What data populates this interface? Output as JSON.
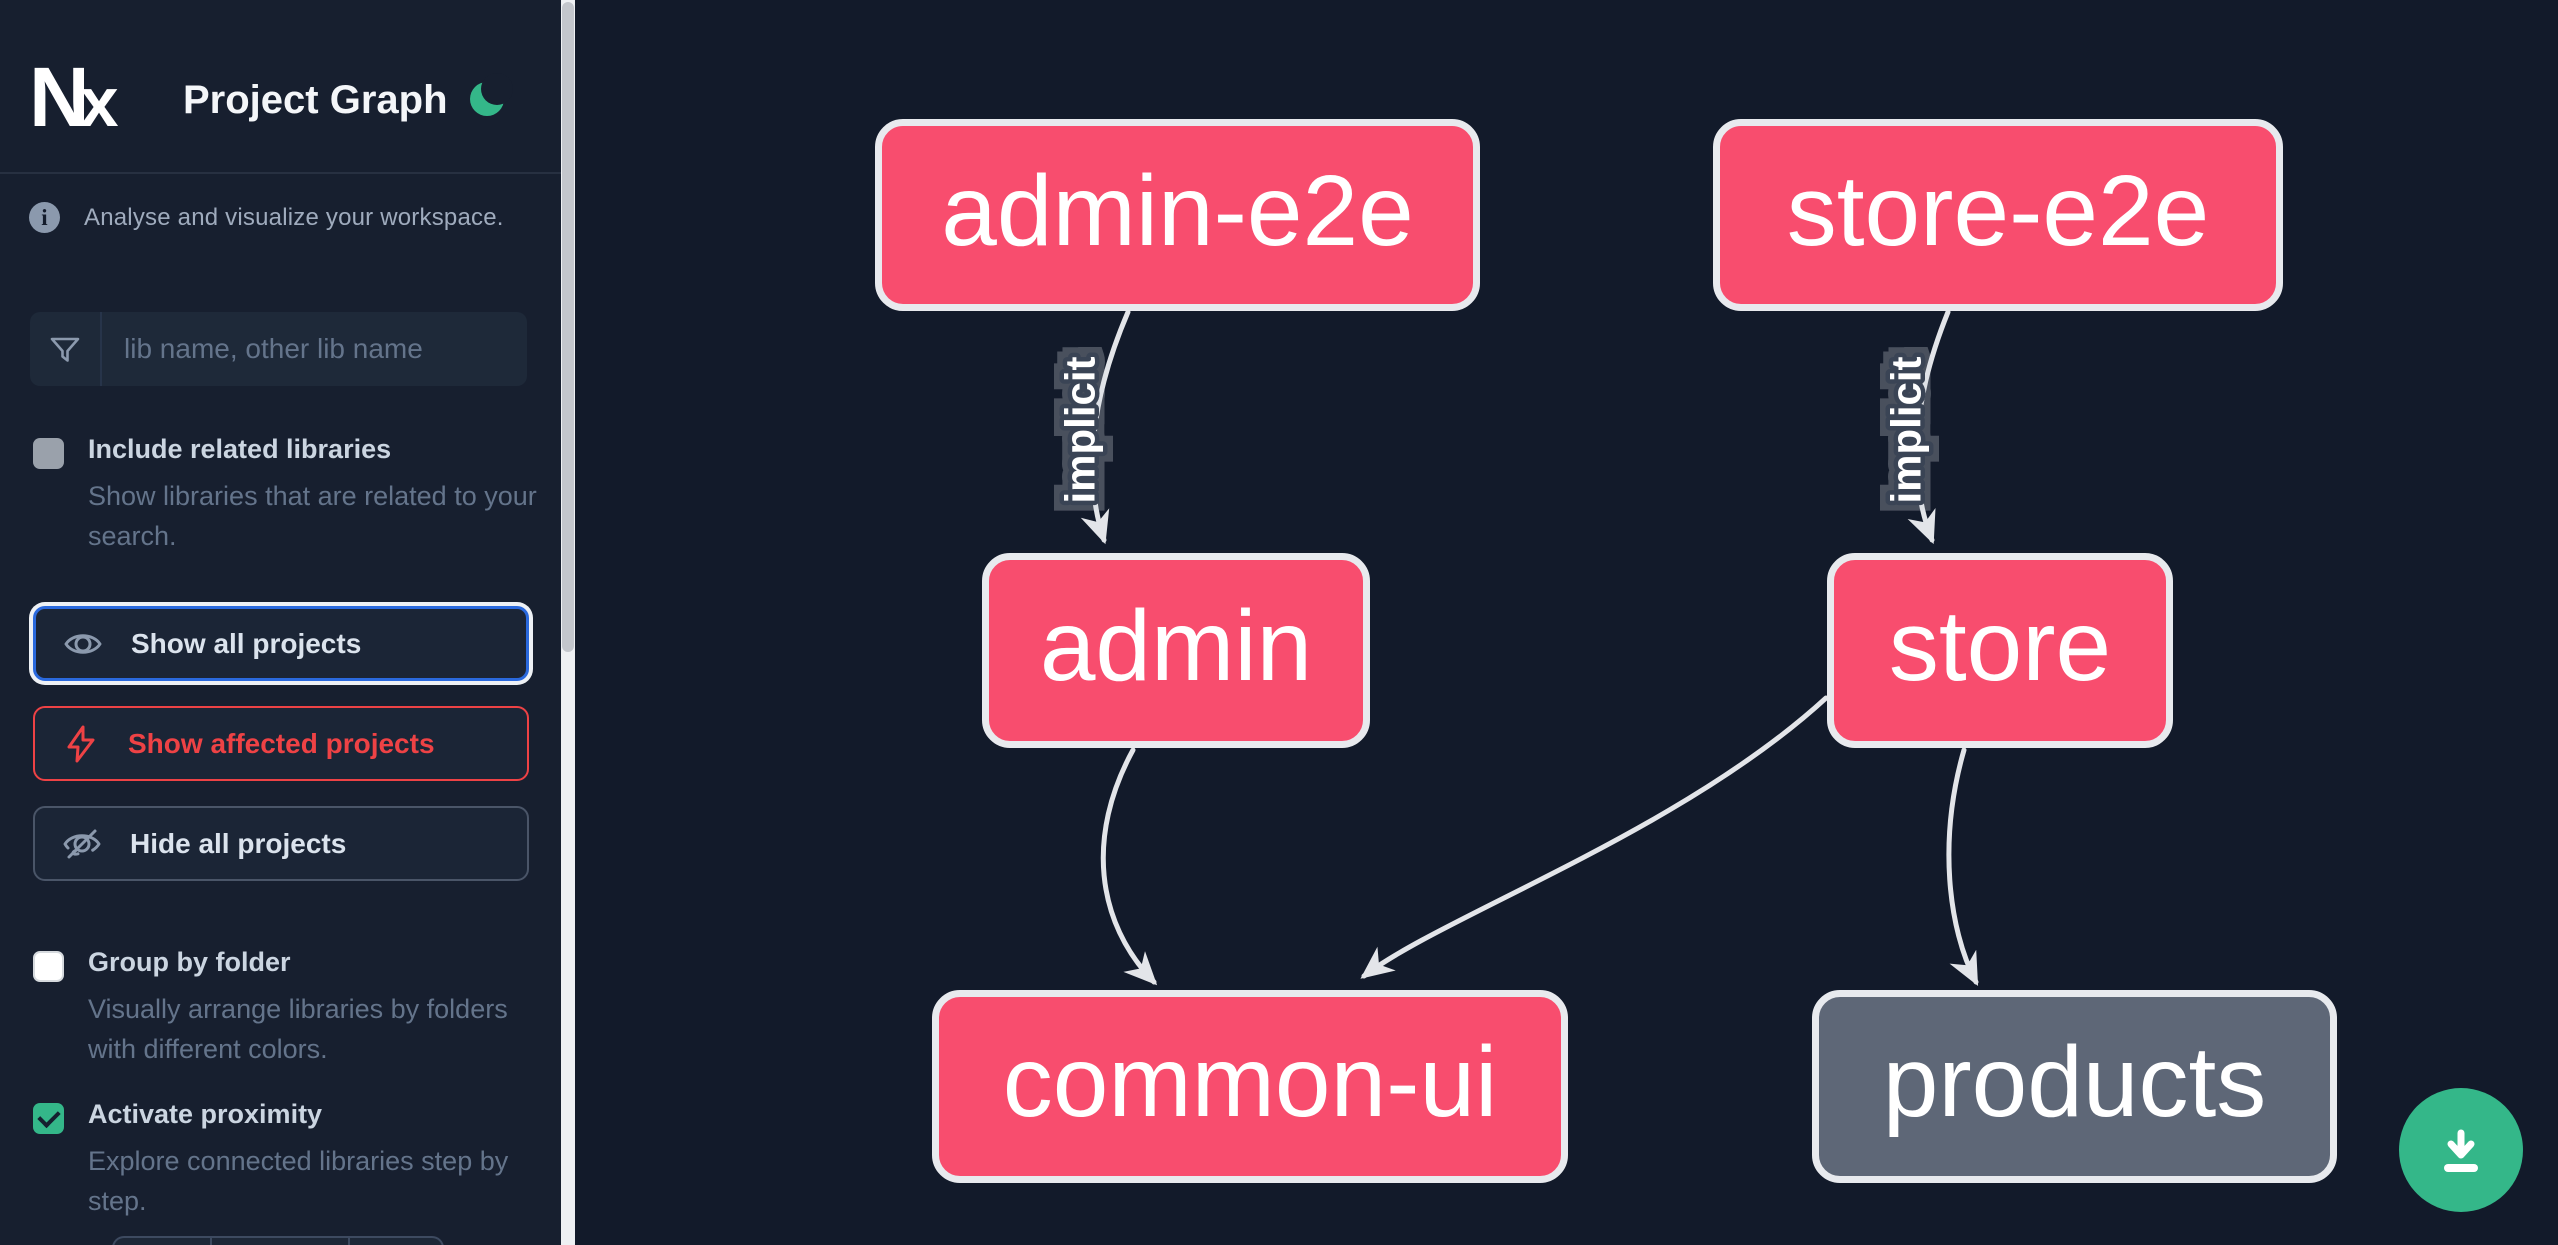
{
  "app": {
    "title": "Project Graph",
    "logo_text": "Nx"
  },
  "colors": {
    "sidebar_bg": "#171f2f",
    "main_bg": "#121a2a",
    "accent_green": "#34b789",
    "node_pink": "#f84d6e",
    "node_gray": "#5e6777",
    "node_border": "#e8eaee",
    "edge": "#e3e5e9",
    "blue": "#2a69dd",
    "red": "#ee4245"
  },
  "sidebar": {
    "tagline": "Analyse and visualize your workspace.",
    "search": {
      "placeholder": "lib name, other lib name",
      "value": ""
    },
    "include_related": {
      "label": "Include related libraries",
      "desc": "Show libraries that are related to your search.",
      "checked": false
    },
    "buttons": {
      "show_all": {
        "label": "Show all projects"
      },
      "show_affected": {
        "label": "Show affected projects"
      },
      "hide_all": {
        "label": "Hide all projects"
      }
    },
    "group_by_folder": {
      "label": "Group by folder",
      "desc": "Visually arrange libraries by folders with different colors.",
      "checked": false
    },
    "activate_proximity": {
      "label": "Activate proximity",
      "desc": "Explore connected libraries step by step.",
      "checked": true
    }
  },
  "graph": {
    "type": "dependency-graph",
    "nodes": [
      {
        "id": "admin-e2e",
        "label": "admin-e2e",
        "color": "pink"
      },
      {
        "id": "store-e2e",
        "label": "store-e2e",
        "color": "pink"
      },
      {
        "id": "admin",
        "label": "admin",
        "color": "pink"
      },
      {
        "id": "store",
        "label": "store",
        "color": "pink"
      },
      {
        "id": "common-ui",
        "label": "common-ui",
        "color": "pink"
      },
      {
        "id": "products",
        "label": "products",
        "color": "gray"
      }
    ],
    "edges": [
      {
        "from": "admin-e2e",
        "to": "admin",
        "label": "implicit"
      },
      {
        "from": "store-e2e",
        "to": "store",
        "label": "implicit"
      },
      {
        "from": "admin",
        "to": "common-ui",
        "label": ""
      },
      {
        "from": "store",
        "to": "common-ui",
        "label": ""
      },
      {
        "from": "store",
        "to": "products",
        "label": ""
      }
    ]
  },
  "fab": {
    "action": "download-graph-image"
  }
}
